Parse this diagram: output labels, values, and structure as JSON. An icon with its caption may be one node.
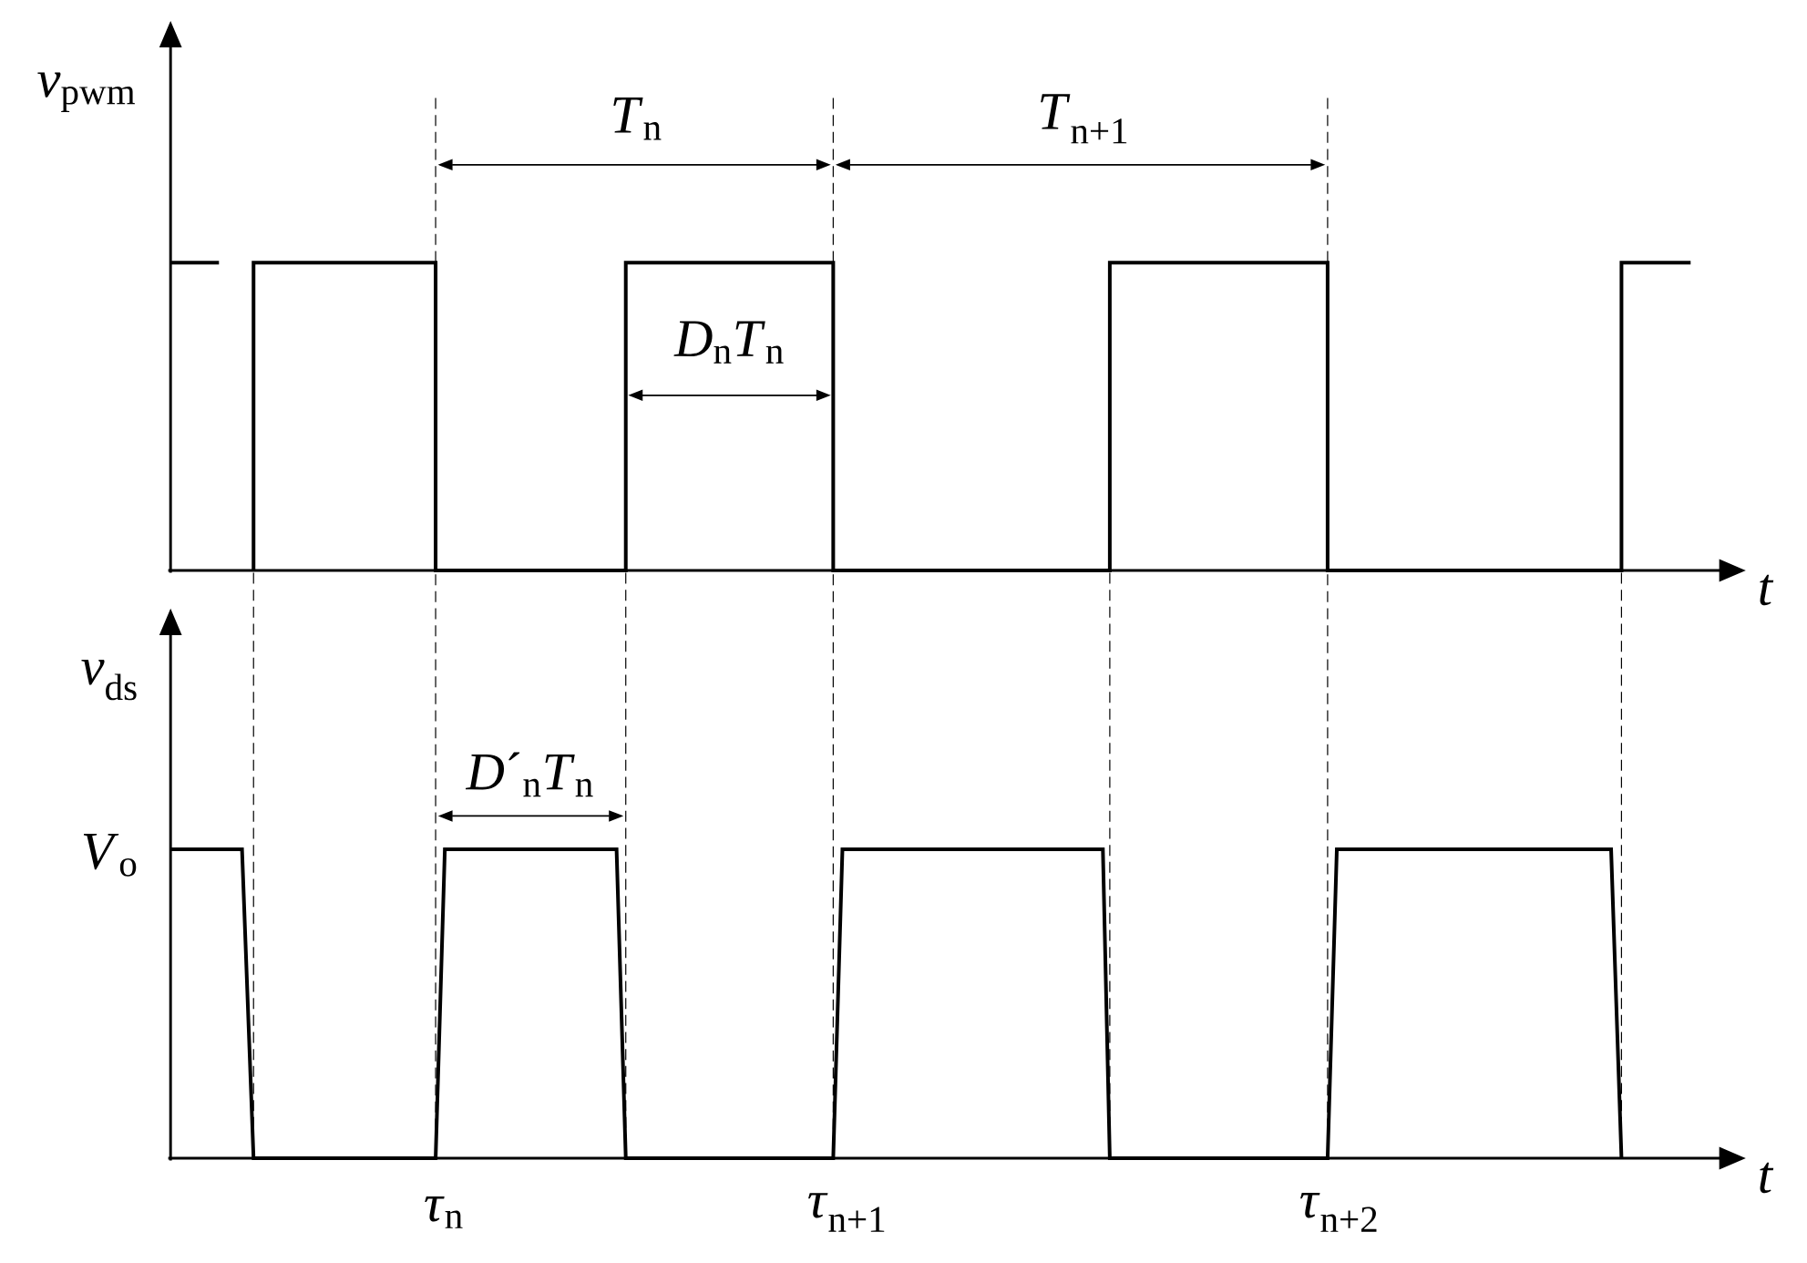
{
  "diagram": {
    "labels": [
      "*v*$_{pwm}$",
      "*T*$_{n}$",
      "*T*$_{n+1}$",
      "*D*$_{n}$*T*$_{n}$",
      "*t*",
      "*v*$_{ds}$",
      "*D*´$_{n}$*T*$_{n}$",
      "*V*$_{o}$",
      "*t*",
      "*τ*$_{n}$",
      "*τ*$_{n+1}$",
      "*τ*$_{n+2}$"
    ]
  }
}
